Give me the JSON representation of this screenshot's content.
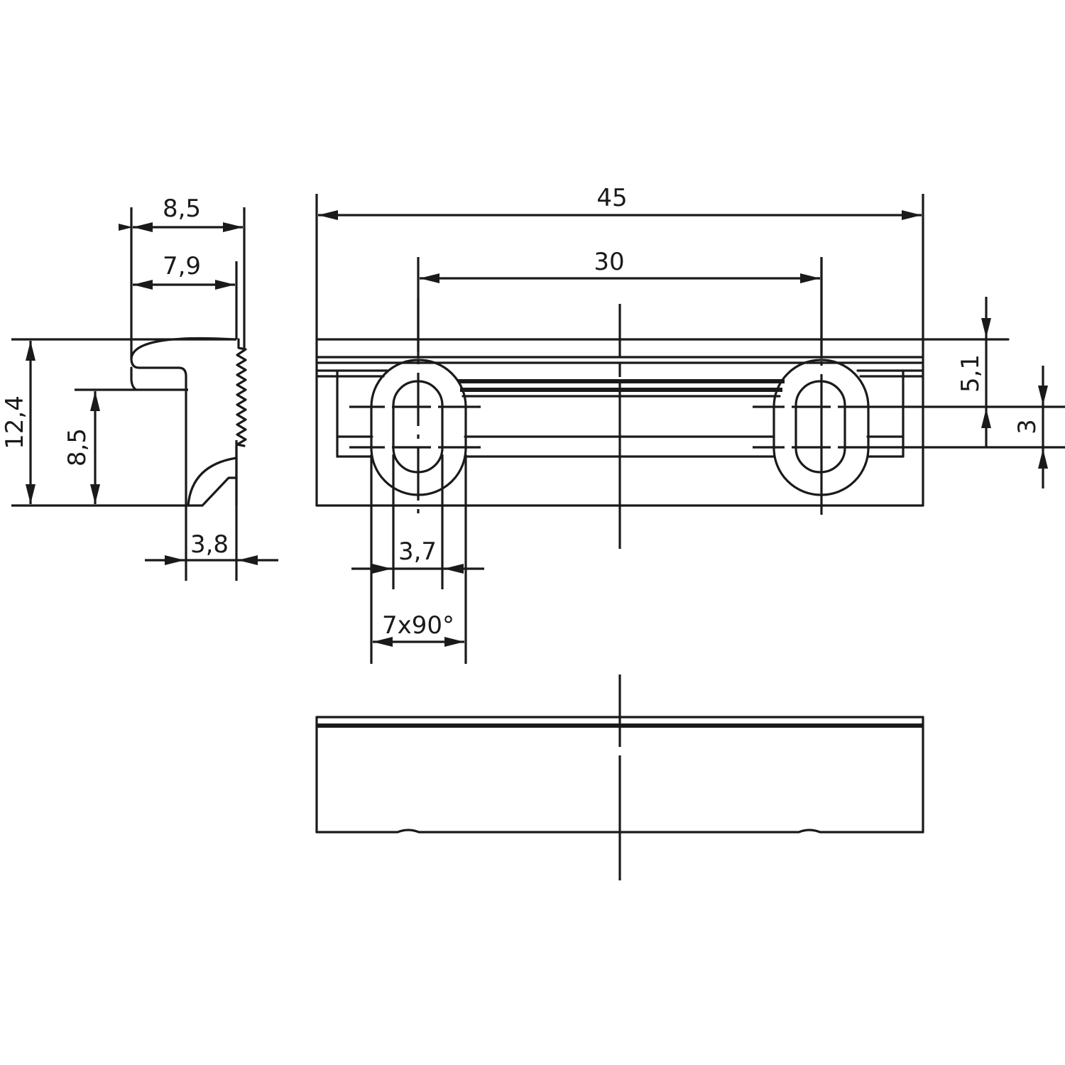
{
  "drawing": {
    "title": "Strike plate technical drawing",
    "line_color": "#1a1a1a",
    "background": "#ffffff",
    "views": {
      "side_section": {
        "dimensions": {
          "width_overall": "8,5",
          "width_inner": "7,9",
          "height_overall": "12,4",
          "height_step": "8,5",
          "bottom_width": "3,8"
        }
      },
      "top_view": {
        "dimensions": {
          "length_overall": "45",
          "hole_spacing": "30",
          "offset_top": "5,1",
          "slot_spacing": "3",
          "slot_width": "3,7",
          "countersink": "7x90°"
        }
      },
      "front_view": {}
    }
  }
}
